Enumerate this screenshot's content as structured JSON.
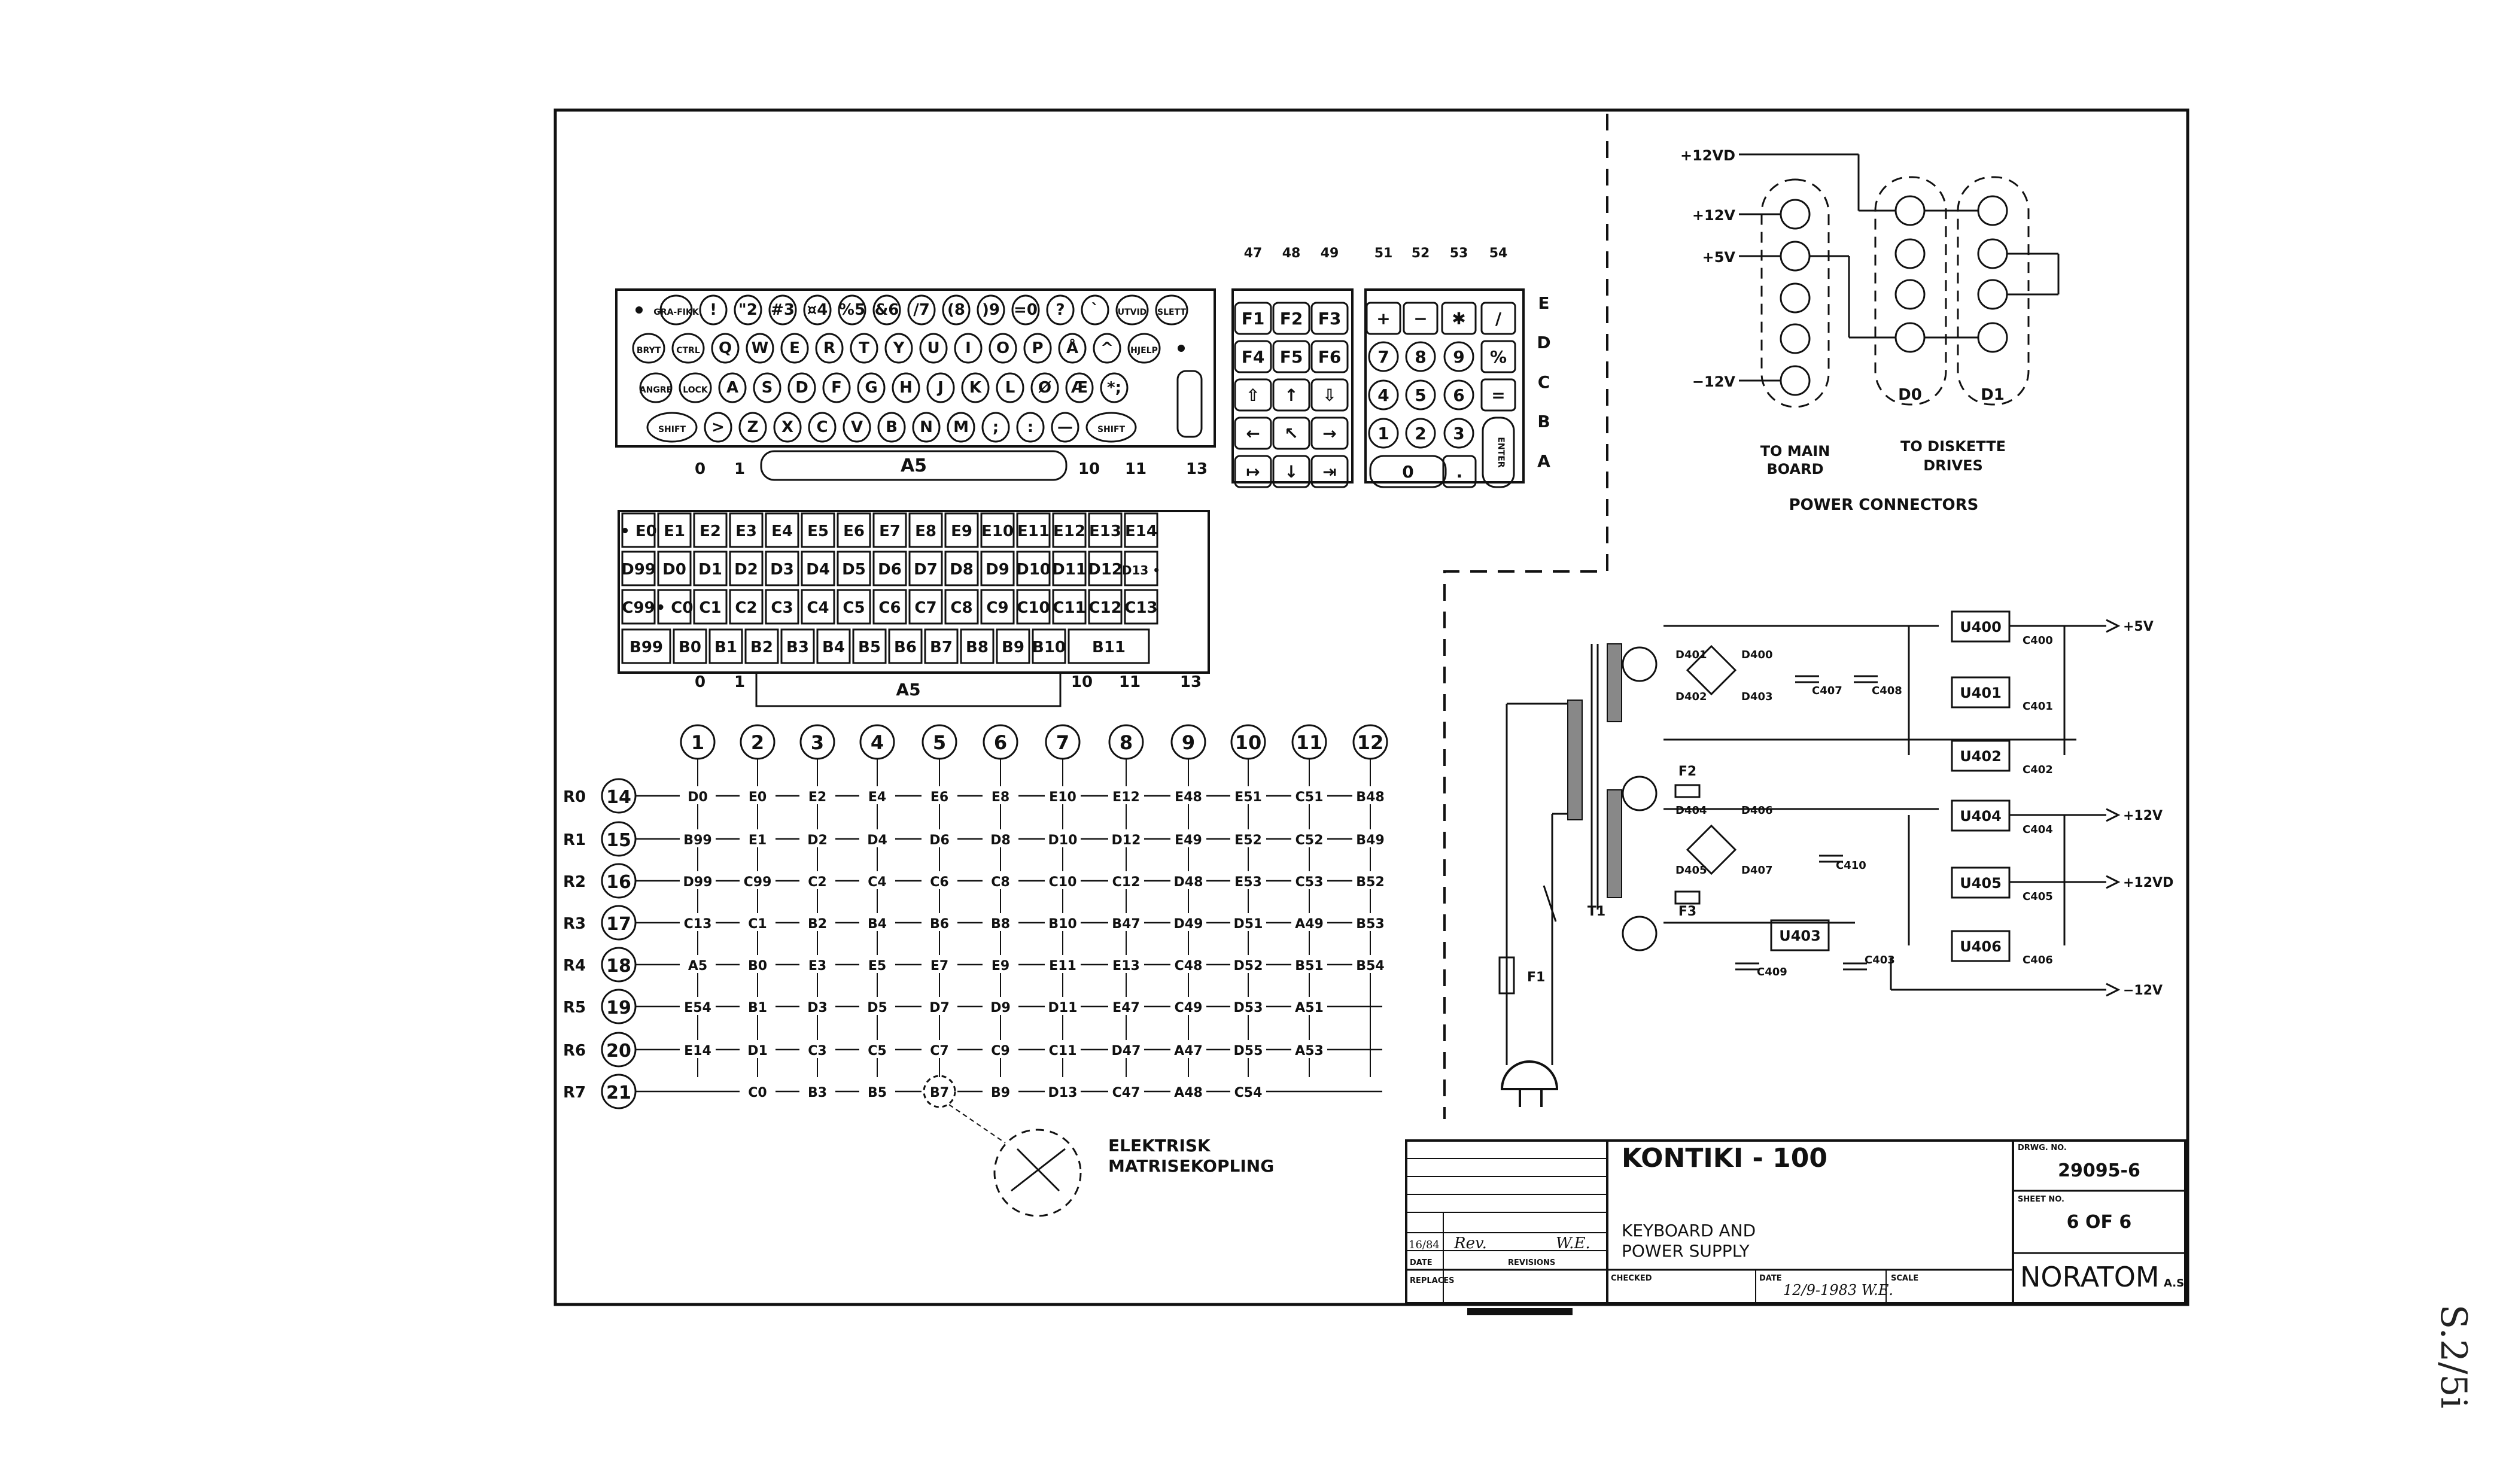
{
  "keyboard": {
    "rows": [
      [
        "•",
        "GRA-FIKK",
        "!",
        "\"2",
        "#3",
        "¤4",
        "%5",
        "&6",
        "/7",
        "(8",
        ")9",
        "=0",
        "?",
        "`",
        "UTVID",
        "SLETT"
      ],
      [
        "BRYT",
        "CTRL",
        "Q",
        "W",
        "E",
        "R",
        "T",
        "Y",
        "U",
        "I",
        "O",
        "P",
        "Å",
        "^",
        "HJELP",
        "•"
      ],
      [
        "ANGRE",
        "LOCK",
        "A",
        "S",
        "D",
        "F",
        "G",
        "H",
        "J",
        "K",
        "L",
        "Ø",
        "Æ",
        "*;"
      ],
      [
        "SHIFT",
        ">",
        "Z",
        "X",
        "C",
        "V",
        "B",
        "N",
        "M",
        ";",
        ":",
        "—",
        "SHIFT"
      ]
    ],
    "space_label": "A5",
    "col_numbers": [
      "0",
      "1",
      "10",
      "11",
      "13"
    ]
  },
  "function_keys": {
    "col_numbers": [
      "47",
      "48",
      "49"
    ],
    "rows": [
      [
        "F1",
        "F2",
        "F3"
      ],
      [
        "F4",
        "F5",
        "F6"
      ],
      [
        "⇧",
        "↑",
        "⇩"
      ],
      [
        "←",
        "↖",
        "→"
      ],
      [
        "↦",
        "↓",
        "⇥"
      ]
    ]
  },
  "numpad": {
    "col_numbers": [
      "51",
      "52",
      "53",
      "54"
    ],
    "rows": [
      [
        "+",
        "−",
        "✱",
        "/"
      ],
      [
        "7",
        "8",
        "9",
        "%"
      ],
      [
        "4",
        "5",
        "6",
        "="
      ],
      [
        "1",
        "2",
        "3",
        "ENTER"
      ],
      [
        "0",
        "."
      ]
    ],
    "row_letters": [
      "E",
      "D",
      "C",
      "B",
      "A"
    ]
  },
  "code_grid": {
    "rows": [
      [
        "• E0",
        "E1",
        "E2",
        "E3",
        "E4",
        "E5",
        "E6",
        "E7",
        "E8",
        "E9",
        "E10",
        "E11",
        "E12",
        "E13",
        "E14"
      ],
      [
        "D99",
        "D0",
        "D1",
        "D2",
        "D3",
        "D4",
        "D5",
        "D6",
        "D7",
        "D8",
        "D9",
        "D10",
        "D11",
        "D12",
        "D13 •"
      ],
      [
        "C99",
        "• C0",
        "C1",
        "C2",
        "C3",
        "C4",
        "C5",
        "C6",
        "C7",
        "C8",
        "C9",
        "C10",
        "C11",
        "C12",
        "C13"
      ],
      [
        "B99",
        "B0",
        "B1",
        "B2",
        "B3",
        "B4",
        "B5",
        "B6",
        "B7",
        "B8",
        "B9",
        "B10",
        "B11"
      ]
    ],
    "space_label": "A5",
    "col_numbers": [
      "0",
      "1",
      "10",
      "11",
      "13"
    ]
  },
  "matrix": {
    "columns": [
      "1",
      "2",
      "3",
      "4",
      "5",
      "6",
      "7",
      "8",
      "9",
      "10",
      "11",
      "12"
    ],
    "rows": [
      {
        "label": "R0",
        "num": "14",
        "keys": [
          "D0",
          "E0",
          "E2",
          "E4",
          "E6",
          "E8",
          "E10",
          "E12",
          "E48",
          "E51",
          "C51",
          "B48"
        ]
      },
      {
        "label": "R1",
        "num": "15",
        "keys": [
          "B99",
          "E1",
          "D2",
          "D4",
          "D6",
          "D8",
          "D10",
          "D12",
          "E49",
          "E52",
          "C52",
          "B49"
        ]
      },
      {
        "label": "R2",
        "num": "16",
        "keys": [
          "D99",
          "C99",
          "C2",
          "C4",
          "C6",
          "C8",
          "C10",
          "C12",
          "D48",
          "E53",
          "C53",
          "B52"
        ]
      },
      {
        "label": "R3",
        "num": "17",
        "keys": [
          "C13",
          "C1",
          "B2",
          "B4",
          "B6",
          "B8",
          "B10",
          "B47",
          "D49",
          "D51",
          "A49",
          "B53"
        ]
      },
      {
        "label": "R4",
        "num": "18",
        "keys": [
          "A5",
          "B0",
          "E3",
          "E5",
          "E7",
          "E9",
          "E11",
          "E13",
          "C48",
          "D52",
          "B51",
          "B54"
        ]
      },
      {
        "label": "R5",
        "num": "19",
        "keys": [
          "E54",
          "B1",
          "D3",
          "D5",
          "D7",
          "D9",
          "D11",
          "E47",
          "C49",
          "D53",
          "A51",
          ""
        ]
      },
      {
        "label": "R6",
        "num": "20",
        "keys": [
          "E14",
          "D1",
          "C3",
          "C5",
          "C7",
          "C9",
          "C11",
          "D47",
          "A47",
          "D55",
          "A53",
          ""
        ]
      },
      {
        "label": "R7",
        "num": "21",
        "keys": [
          "",
          "C0",
          "B3",
          "B5",
          "B7",
          "B9",
          "D13",
          "C47",
          "A48",
          "C54",
          "",
          ""
        ]
      }
    ],
    "detail_label": "ELEKTRISK MATRISEKOPLING"
  },
  "power_connectors": {
    "labels": [
      "+12VD",
      "+12V",
      "+5V",
      "−12V"
    ],
    "main_board_label": "TO MAIN BOARD",
    "drive_labels": [
      "D0",
      "D1"
    ],
    "diskette_label": "TO DISKETTE DRIVES",
    "title": "POWER CONNECTORS"
  },
  "power_supply": {
    "regulators": [
      "U400",
      "U401",
      "U402",
      "U404",
      "U405",
      "U406",
      "U403"
    ],
    "outputs": [
      "+5V",
      "+12V",
      "+12VD",
      "−12V"
    ],
    "caps": [
      "C400",
      "C401",
      "C402",
      "C404",
      "C405",
      "C406",
      "C407",
      "C408",
      "C409",
      "C410",
      "C403"
    ],
    "diodes": [
      "D401",
      "D400",
      "D402",
      "D403",
      "D404",
      "D406",
      "D405",
      "D407"
    ],
    "fuses": [
      "F1",
      "F2",
      "F3"
    ],
    "transformer": "T1"
  },
  "title_block": {
    "title": "KONTIKI - 100",
    "subtitle_1": "KEYBOARD AND",
    "subtitle_2": "POWER SUPPLY",
    "drwg_no_label": "DRWG. NO.",
    "drwg_no": "29095-6",
    "sheet_no_label": "SHEET NO.",
    "sheet": "6 OF 6",
    "company": "NORATOM",
    "company_suffix": "A.S",
    "rev_date": "16/84",
    "rev_text": "Rev.",
    "rev_initials": "W.E.",
    "date_label": "DATE",
    "revisions_label": "REVISIONS",
    "replaces_label": "REPLACES",
    "checked_label": "CHECKED",
    "date_field_label": "DATE",
    "date_value": "12/9-1983 W.E.",
    "scale_label": "SCALE"
  },
  "margin_note": "S.2/5i"
}
